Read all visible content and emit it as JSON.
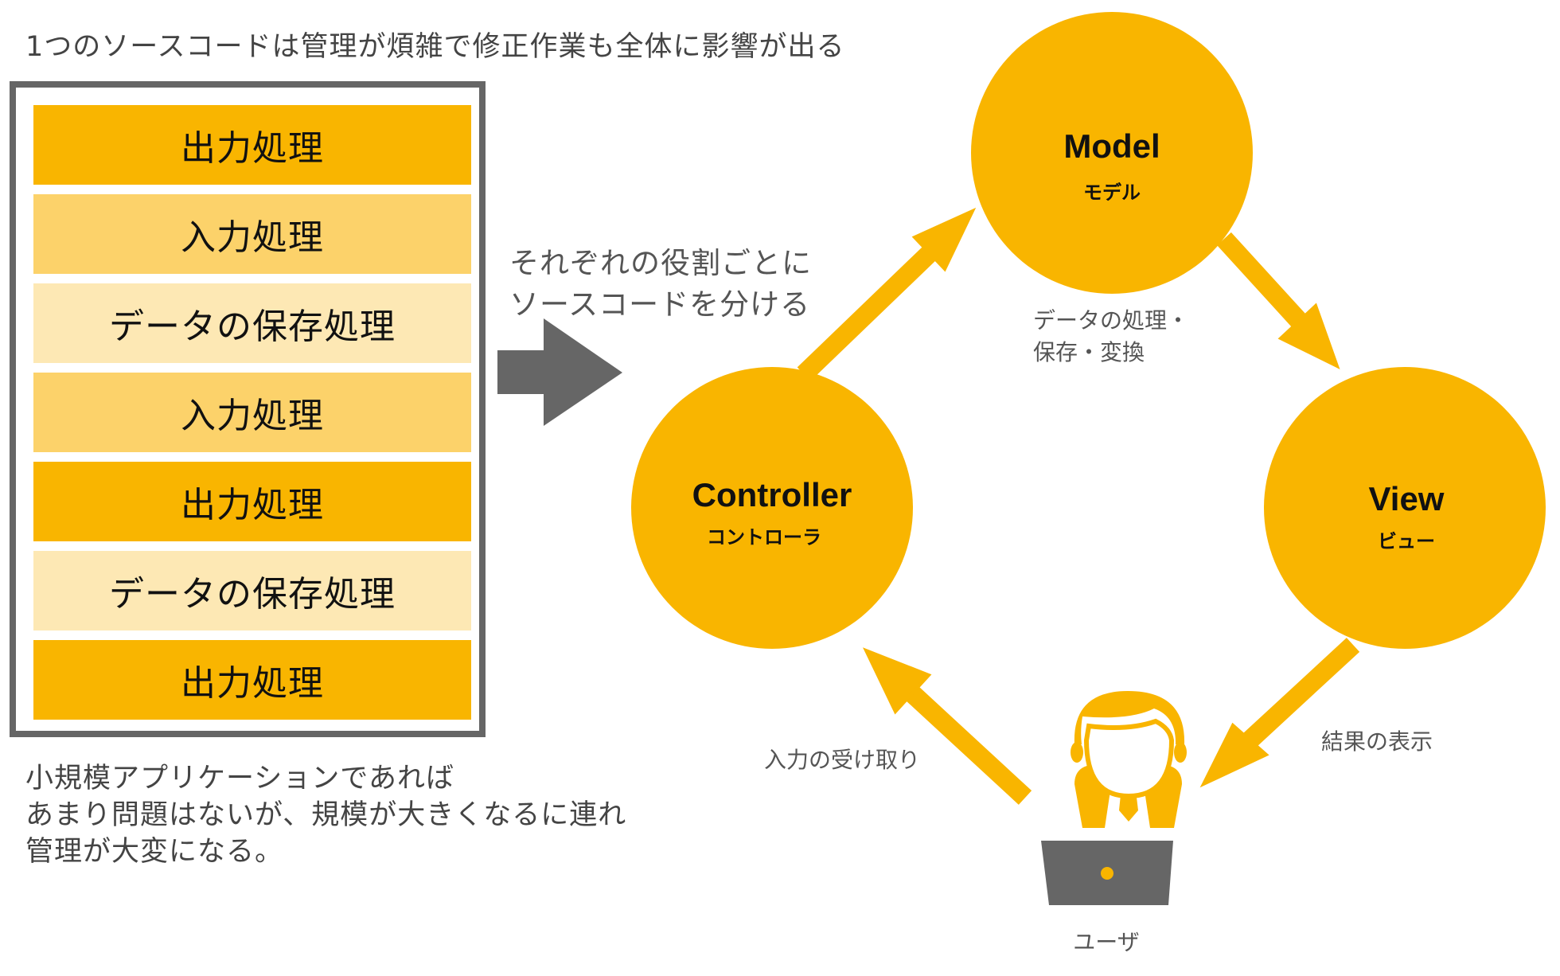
{
  "left_panel": {
    "caption_top": "1つのソースコードは管理が煩雑で修正作業も全体に影響が出る",
    "blocks": [
      "出力処理",
      "入力処理",
      "データの保存処理",
      "入力処理",
      "出力処理",
      "データの保存処理",
      "出力処理"
    ],
    "caption_bottom": [
      "小規模アプリケーションであれば",
      "あまり問題はないが、規模が大きくなるに連れ",
      "管理が大変になる。"
    ]
  },
  "middle": {
    "text": [
      "それぞれの役割ごとに",
      "ソースコードを分ける"
    ]
  },
  "mvc": {
    "model": {
      "title": "Model",
      "subtitle": "モデル"
    },
    "view": {
      "title": "View",
      "subtitle": "ビュー"
    },
    "controller": {
      "title": "Controller",
      "subtitle": "コントローラ"
    },
    "model_to_view_label": [
      "データの処理・",
      "保存・変換"
    ],
    "view_to_user_label": "結果の表示",
    "user_to_controller_label": "入力の受け取り",
    "user_label": "ユーザ"
  },
  "colors": {
    "accent": "#f9b500",
    "medium": "#fcd26a",
    "light": "#fde8b4",
    "border": "#666666",
    "dark_arrow": "#666666"
  }
}
